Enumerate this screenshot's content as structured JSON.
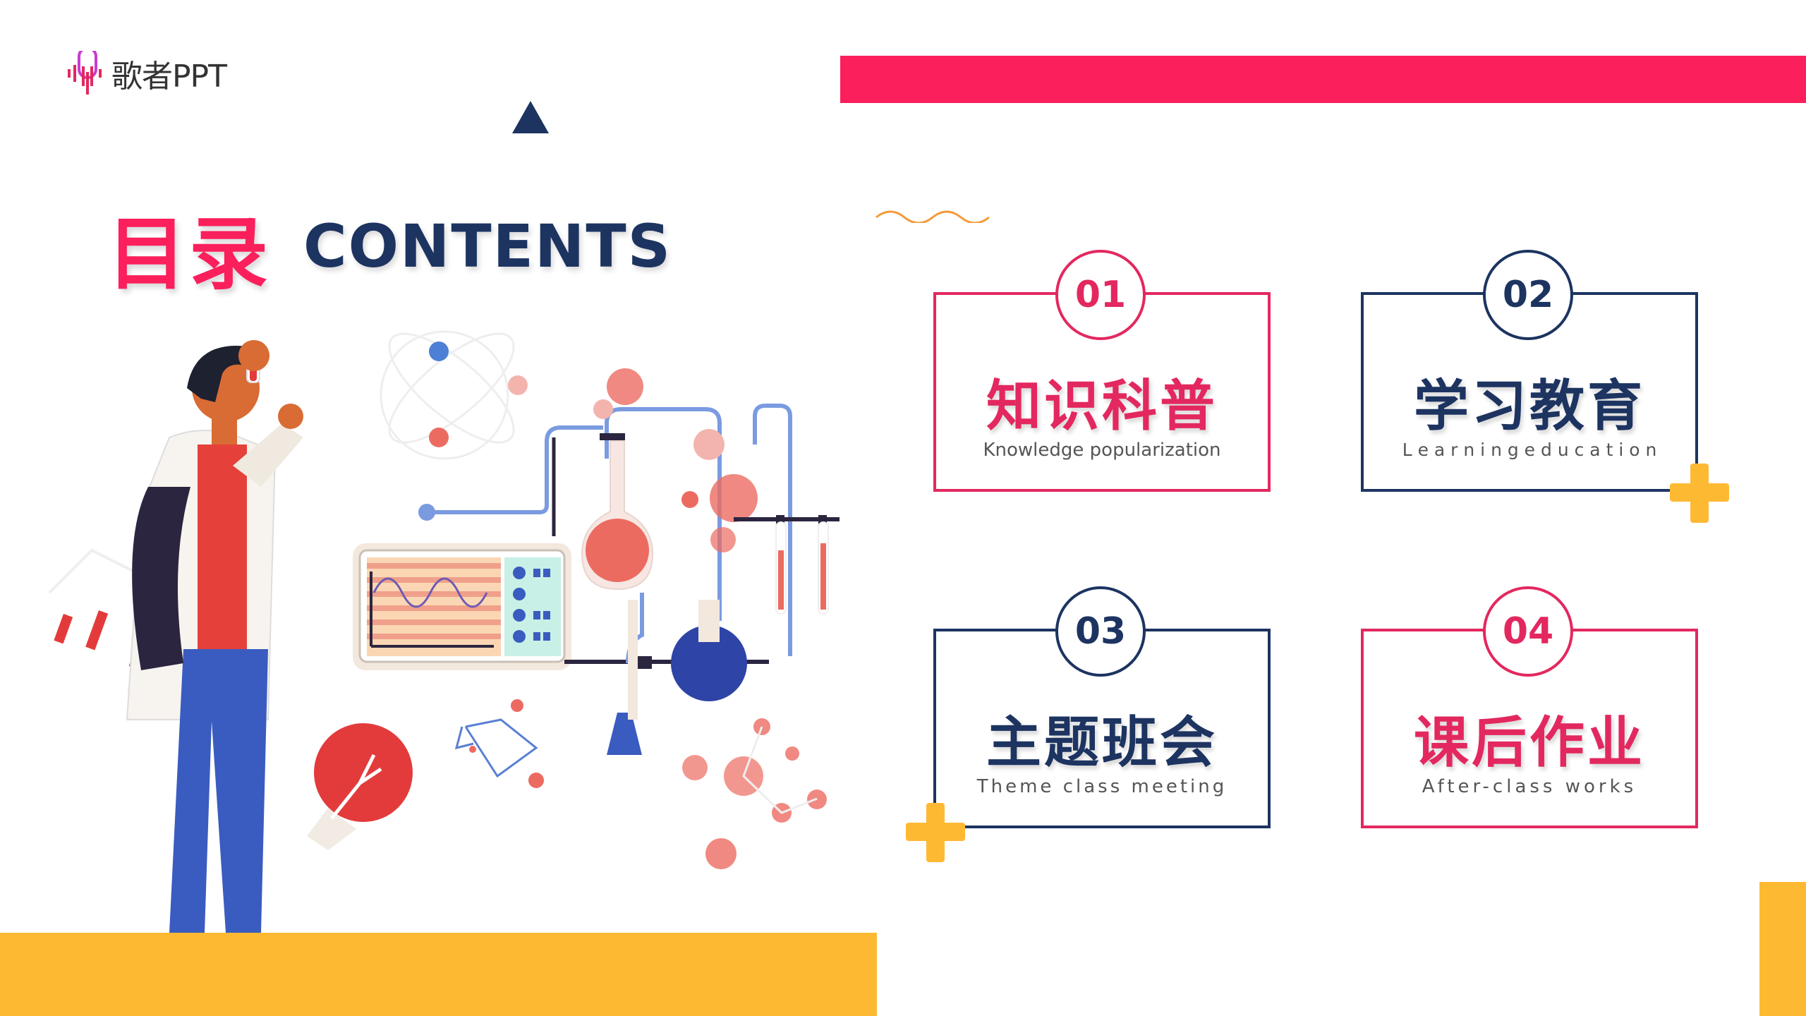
{
  "logo": {
    "text": "歌者PPT"
  },
  "title": {
    "zh": "目录",
    "en": "CONTENTS"
  },
  "cards": [
    {
      "num": "01",
      "title": "知识科普",
      "subtitle": "Knowledge popularization",
      "color": "#e3285f"
    },
    {
      "num": "02",
      "title": "学习教育",
      "subtitle": "L e a r n i n g   e d u c a t i o n",
      "color": "#1d3461"
    },
    {
      "num": "03",
      "title": "主题班会",
      "subtitle": "Theme class meeting",
      "color": "#1d3461"
    },
    {
      "num": "04",
      "title": "课后作业",
      "subtitle": "After-class works",
      "color": "#e3285f"
    }
  ],
  "colors": {
    "accent_pink": "#fb1f5c",
    "navy": "#1d3461",
    "yellow": "#feb933"
  }
}
